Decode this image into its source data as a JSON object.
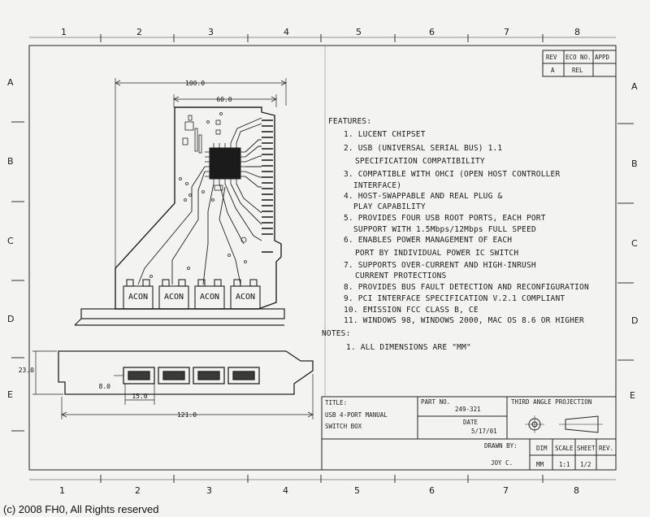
{
  "grid": {
    "top_cols": [
      "1",
      "2",
      "3",
      "4",
      "5",
      "6",
      "7",
      "8"
    ],
    "bottom_cols": [
      "1",
      "2",
      "3",
      "4",
      "5",
      "6",
      "7",
      "8"
    ],
    "left_rows": [
      "A",
      "B",
      "C",
      "D",
      "E"
    ],
    "right_rows": [
      "A",
      "B",
      "C",
      "D",
      "E"
    ]
  },
  "rev_table": {
    "headers": [
      "REV",
      "ECO NO.",
      "APPD"
    ],
    "values": [
      "A",
      "REL",
      ""
    ]
  },
  "dimensions": {
    "width_100": "100.0",
    "width_60": "60.0",
    "height_23": "23.0",
    "port_8": "8.0",
    "port_pitch_15": "15.0",
    "bracket_121": "121.0"
  },
  "connector_labels": [
    "ACON",
    "ACON",
    "ACON",
    "ACON"
  ],
  "features": {
    "heading": "FEATURES:",
    "lines": [
      "1. LUCENT CHIPSET",
      "2. USB (UNIVERSAL SERIAL BUS) 1.1",
      "SPECIFICATION COMPATIBILITY",
      "3. COMPATIBLE WITH OHCI (OPEN HOST CONTROLLER",
      "INTERFACE)",
      "4. HOST-SWAPPABLE AND REAL PLUG &",
      "PLAY CAPABILITY",
      "5. PROVIDES FOUR USB ROOT PORTS, EACH PORT",
      "SUPPORT WITH 1.5Mbps/12Mbps FULL SPEED",
      "6. ENABLES POWER MANAGEMENT OF EACH",
      "PORT BY INDIVIDUAL POWER IC SWITCH",
      "7. SUPPORTS OVER-CURRENT AND HIGH-INRUSH",
      "CURRENT PROTECTIONS",
      "8. PROVIDES BUS FAULT DETECTION AND RECONFIGURATION",
      "9. PCI INTERFACE SPECIFICATION V.2.1 COMPLIANT",
      "10. EMISSION FCC CLASS B, CE",
      "11. WINDOWS 98, WINDOWS 2000, MAC OS 8.6 OR HIGHER"
    ]
  },
  "notes": {
    "heading": "NOTES:",
    "lines": [
      "1. ALL DIMENSIONS ARE \"MM\""
    ]
  },
  "title_block": {
    "title_label": "TITLE:",
    "title_line1": "USB 4-PORT MANUAL",
    "title_line2": "SWITCH BOX",
    "part_no_label": "PART NO.",
    "part_no": "249-321",
    "date_label": "DATE",
    "date": "5/17/01",
    "projection": "THIRD ANGLE PROJECTION",
    "drawn_by_label": "DRAWN BY:",
    "drawn_by": "JOY C.",
    "dim_label": "DIM",
    "dim": "MM",
    "scale_label": "SCALE",
    "scale": "1:1",
    "sheet_label": "SHEET",
    "sheet": "1/2",
    "rev_label": "REV."
  },
  "copyright": "(c) 2008 FH0, All Rights reserved"
}
